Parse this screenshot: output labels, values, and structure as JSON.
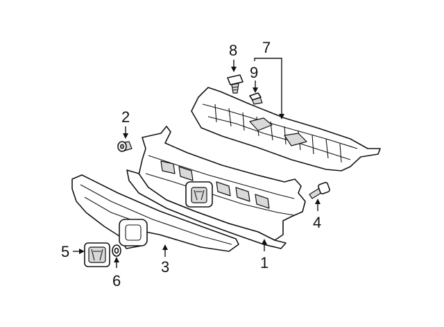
{
  "callouts": [
    {
      "id": "1",
      "text": "1",
      "part": "grille-base-frame"
    },
    {
      "id": "2",
      "text": "2",
      "part": "bolt-small"
    },
    {
      "id": "3",
      "text": "3",
      "part": "front-grille-molding"
    },
    {
      "id": "4",
      "text": "4",
      "part": "bolt-long"
    },
    {
      "id": "5",
      "text": "5",
      "part": "emblem"
    },
    {
      "id": "6",
      "text": "6",
      "part": "washer"
    },
    {
      "id": "7",
      "text": "7",
      "part": "upper-radiator-cover"
    },
    {
      "id": "8",
      "text": "8",
      "part": "clip-screw"
    },
    {
      "id": "9",
      "text": "9",
      "part": "clip-grommet"
    }
  ],
  "colors": {
    "line": "#111111",
    "fill": "#ffffff",
    "shade": "#d9d9d9",
    "dark_shade": "#9a9a9a"
  }
}
